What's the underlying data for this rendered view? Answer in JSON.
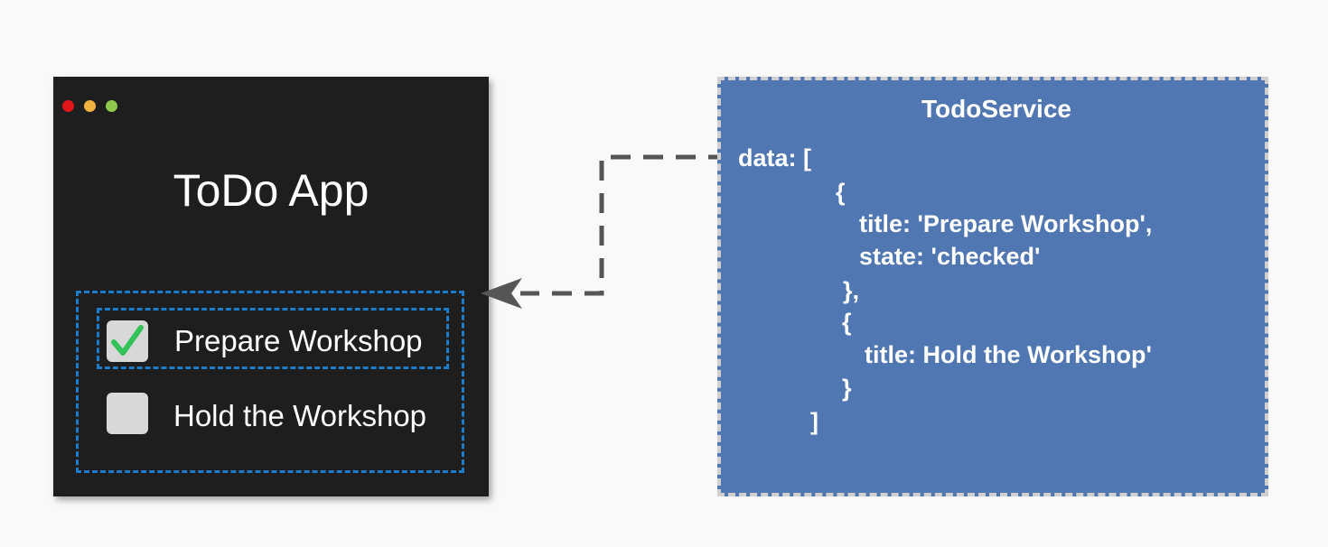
{
  "app_window": {
    "title": "ToDo App",
    "todos": [
      {
        "label": "Prepare Workshop",
        "checked": true
      },
      {
        "label": "Hold the Workshop",
        "checked": false
      }
    ]
  },
  "service": {
    "title": "TodoService",
    "code_lines": [
      "data: [",
      "{",
      "title: 'Prepare Workshop',",
      "state: 'checked'",
      "},",
      "{",
      "title: Hold the Workshop'",
      "}",
      "]"
    ]
  },
  "colors": {
    "app_background": "#1e1e1e",
    "highlight_dashes": "#1c7ccc",
    "service_background": "#5077b2",
    "service_border": "#d0d0d0",
    "arrow": "#555555",
    "checkmark": "#34c35a"
  }
}
